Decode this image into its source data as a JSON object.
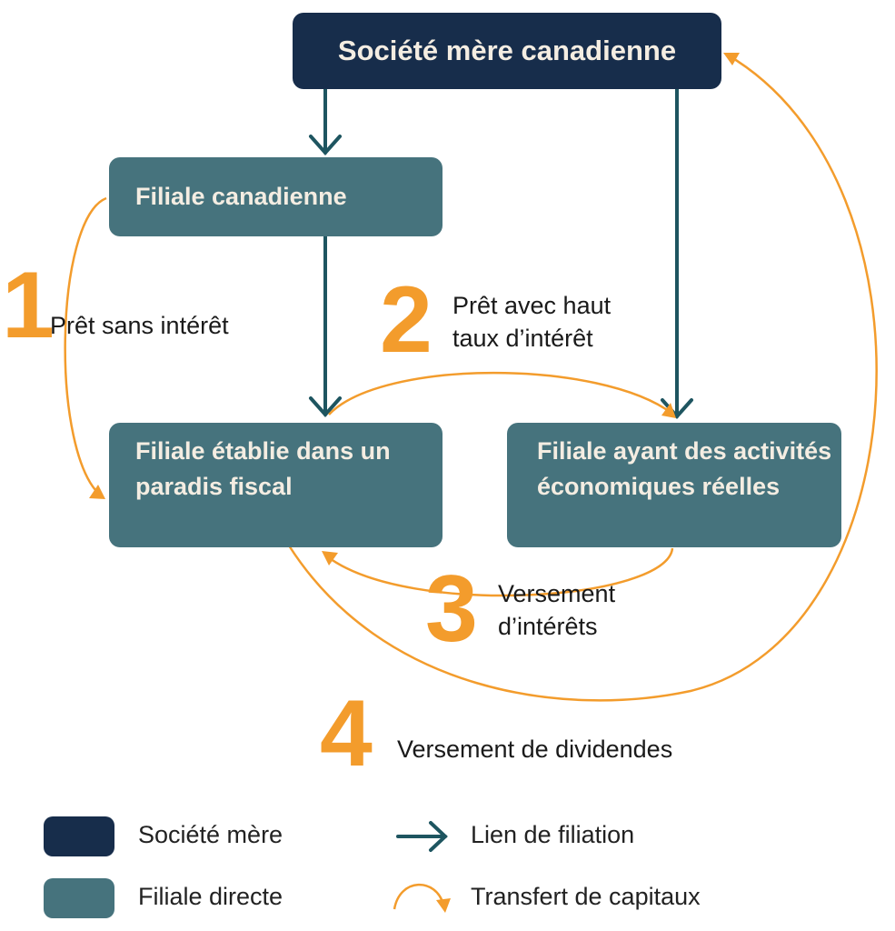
{
  "colors": {
    "parent": "#172d4b",
    "subsidiary": "#46737d",
    "ownership_arrow": "#1e5560",
    "capital_transfer": "#f39c2c"
  },
  "nodes": {
    "parent": "Société mère canadienne",
    "canadian_sub": "Filiale canadienne",
    "tax_haven_sub": "Filiale établie dans un paradis fiscal",
    "real_activity_sub": "Filiale ayant des activités économiques réelles"
  },
  "flows": [
    {
      "number": "1",
      "label": "Prêt sans intérêt"
    },
    {
      "number": "2",
      "label_line1": "Prêt avec haut",
      "label_line2": "taux d’intérêt"
    },
    {
      "number": "3",
      "label_line1": "Versement",
      "label_line2": "d’intérêts"
    },
    {
      "number": "4",
      "label": "Versement de dividendes"
    }
  ],
  "legend": {
    "parent": "Société mère",
    "subsidiary": "Filiale directe",
    "ownership": "Lien de filiation",
    "transfer": "Transfert de capitaux"
  }
}
